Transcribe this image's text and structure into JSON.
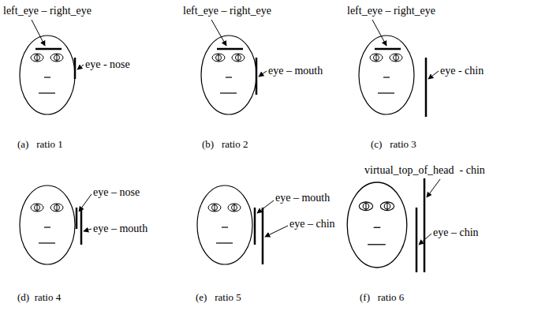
{
  "diagram": {
    "labels": [
      "left_eye – right_eye",
      "eye - nose",
      "(a)   ratio 1",
      "left_eye – right_eye",
      "eye – mouth",
      "(b)   ratio 2",
      "left_eye – right_eye",
      "eye - chin",
      "(c)   ratio 3",
      "eye – nose",
      "eye – mouth",
      "(d)  ratio 4",
      "eye – mouth",
      "eye – chin",
      "(e)   ratio 5",
      "virtual_top_of_head  - chin",
      "eye – chin",
      "(f)   ratio 6"
    ]
  }
}
